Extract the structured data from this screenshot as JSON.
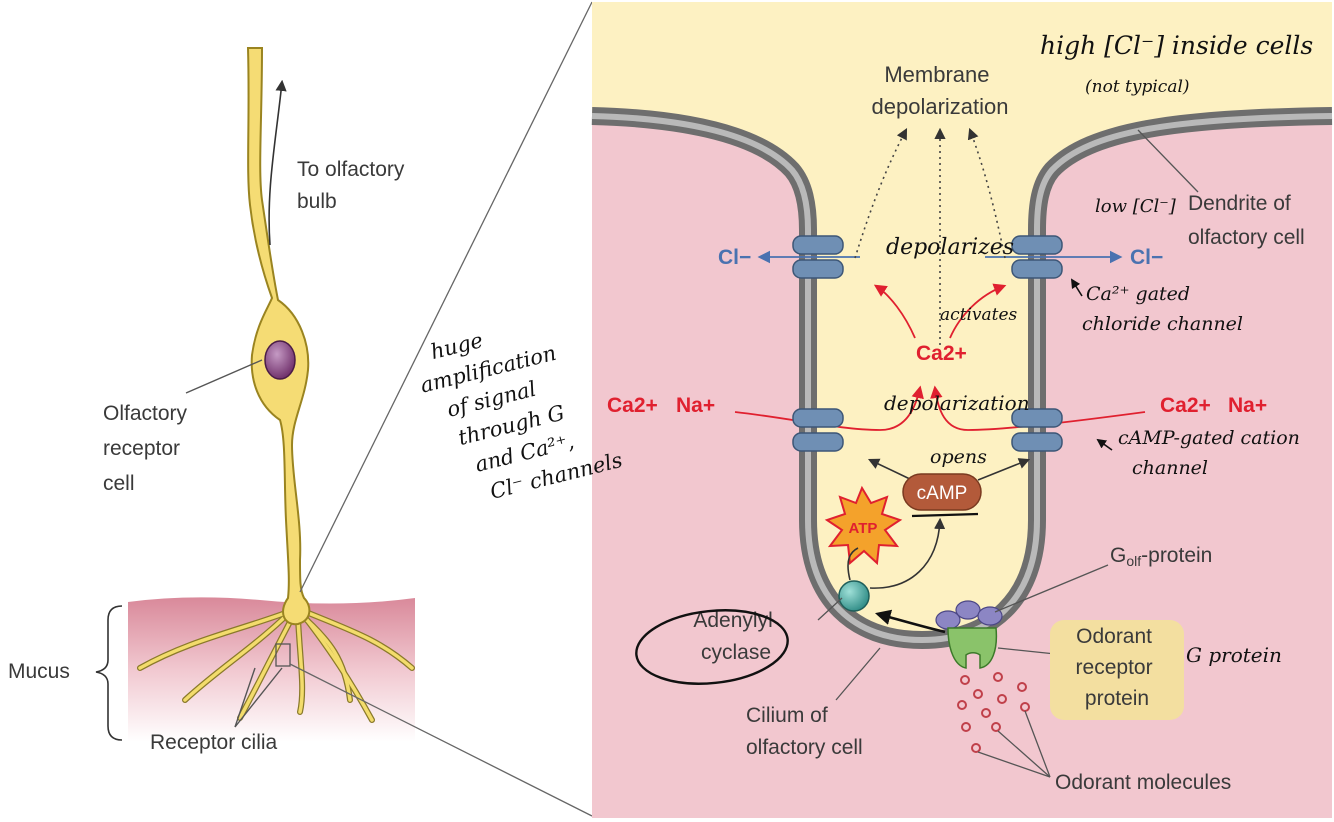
{
  "labels": {
    "to_olfactory_bulb": [
      "To olfactory",
      "bulb"
    ],
    "olfactory_receptor_cell": [
      "Olfactory",
      "receptor",
      "cell"
    ],
    "mucus": "Mucus",
    "receptor_cilia": "Receptor cilia",
    "membrane_depolarization": [
      "Membrane",
      "depolarization"
    ],
    "dendrite": [
      "Dendrite of",
      "olfactory cell"
    ],
    "golf_protein": {
      "main": "G",
      "sub": "olf",
      "rest": "-protein"
    },
    "odorant_receptor_protein": [
      "Odorant",
      "receptor",
      "protein"
    ],
    "adenylyl_cyclase": [
      "Adenylyl",
      "cyclase"
    ],
    "cilium": [
      "Cilium of",
      "olfactory cell"
    ],
    "odorant_molecules": "Odorant molecules",
    "atp": "ATP",
    "camp": "cAMP"
  },
  "ions": {
    "cl_left": "Cl−",
    "cl_right": "Cl−",
    "ca_center": "Ca2+",
    "ca_left": "Ca2+",
    "na_left": "Na+",
    "ca_right": "Ca2+",
    "na_right": "Na+"
  },
  "annotations": {
    "high_cl": "high [Cl⁻] inside cells",
    "not_typical": "(not typical)",
    "low_cl": "low [Cl⁻]",
    "depolarizes": "depolarizes",
    "activates": "activates",
    "ca_gated_chloride": [
      "Ca²⁺ gated",
      "chloride channel"
    ],
    "depolarization": "depolarization",
    "opens": "opens",
    "camp_gated_cation": [
      "cAMP-gated cation",
      "channel"
    ],
    "g_protein": "G protein",
    "amplification": [
      "huge",
      "amplification",
      "of signal",
      "through G",
      "and Ca²⁺,",
      "Cl⁻ channels"
    ]
  },
  "colors": {
    "pink": "#f2c7cf",
    "yellow": "#fdf1c2",
    "membrane": "#6e6e6e",
    "channel": "#6f8fb4",
    "red": "#e0202f",
    "blue": "#4a72b0"
  }
}
